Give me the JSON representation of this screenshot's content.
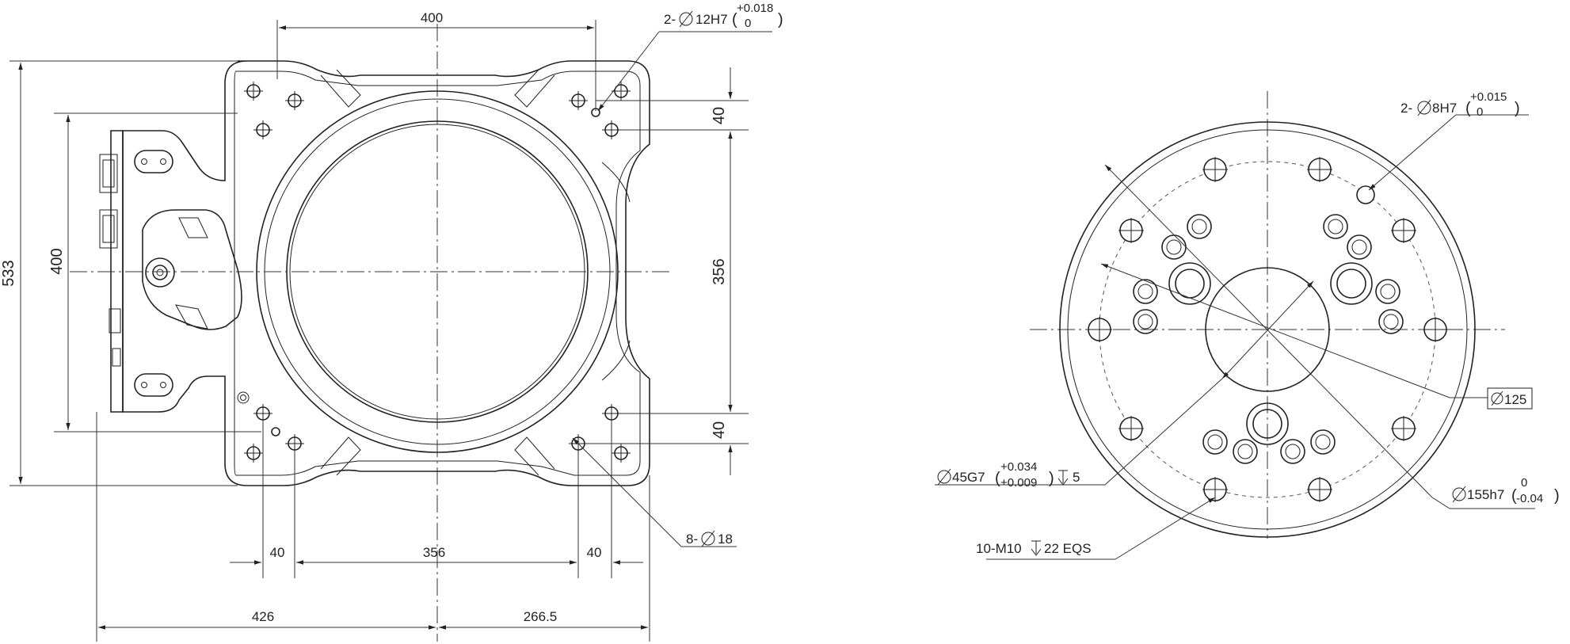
{
  "left_view": {
    "dims": {
      "top_width": "400",
      "total_height": "533",
      "inner_height": "400",
      "right_height": "356",
      "right_top_offset": "40",
      "right_bottom_offset": "40",
      "bottom_left_offset": "40",
      "bottom_center": "356",
      "bottom_right_offset": "40",
      "base_left": "426",
      "base_right": "266.5"
    },
    "callouts": {
      "pin_holes_prefix": "2-",
      "pin_holes_spec": "12H7",
      "pin_holes_tol_upper": "+0.018",
      "pin_holes_tol_lower": "0",
      "mount_holes_prefix": "8-",
      "mount_holes_spec": "18"
    }
  },
  "right_view": {
    "callouts": {
      "pin_prefix": "2-",
      "pin_spec": "8H7",
      "pin_tol_upper": "+0.015",
      "pin_tol_lower": "0",
      "bolt_circle": "125",
      "bore_spec": "45G7",
      "bore_tol_upper": "+0.034",
      "bore_tol_lower": "+0.009",
      "bore_depth": "5",
      "flange_spec": "155h7",
      "flange_tol_upper": "0",
      "flange_tol_lower": "-0.04",
      "thread_spec_a": "10-M10",
      "thread_spec_b": "22 EQS"
    }
  }
}
